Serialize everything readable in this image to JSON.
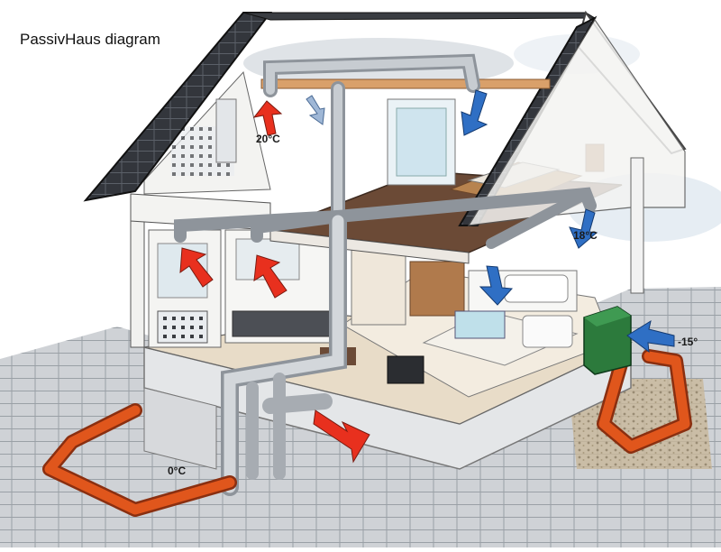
{
  "title": "PassivHaus diagram",
  "temperatures": {
    "bathroom": "20°C",
    "bedroom": "18°C",
    "outdoor": "-15°",
    "ground": "0°C"
  },
  "colors": {
    "warm_air": "#e8301e",
    "cool_air": "#2f6fc4",
    "ground_pipe": "#e0561c",
    "roof": "#2b2e33",
    "floor": "#6b4a36",
    "heat_exchanger": "#2c7a3c"
  },
  "icons": [
    "warm-air-arrow-icon",
    "cool-air-arrow-icon",
    "ground-loop-pipe-icon",
    "heat-exchanger-box-icon"
  ]
}
